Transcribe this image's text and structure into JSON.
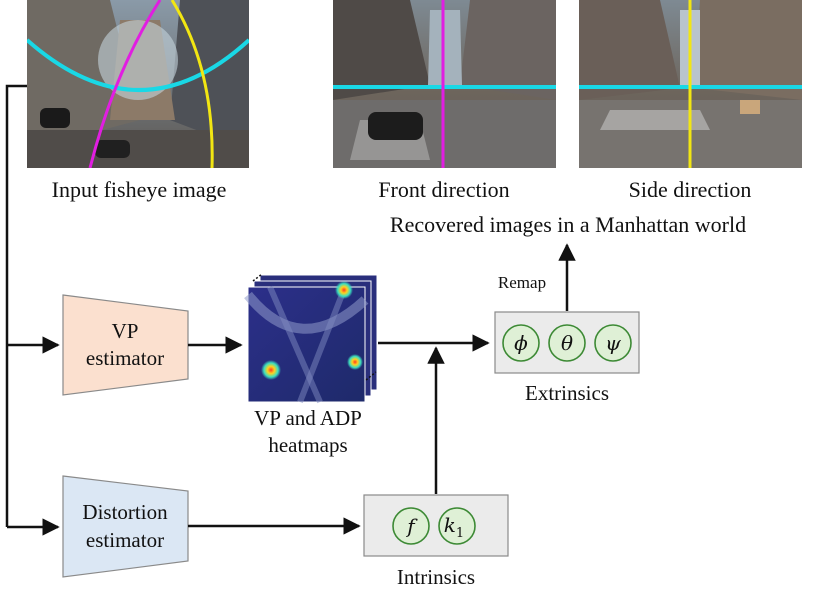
{
  "labels": {
    "input": "Input fisheye image",
    "front": "Front direction",
    "side": "Side direction",
    "recovered": "Recovered images in a Manhattan world",
    "remap": "Remap",
    "vp_estimator_1": "VP",
    "vp_estimator_2": "estimator",
    "distortion_estimator_1": "Distortion",
    "distortion_estimator_2": "estimator",
    "heatmaps_1": "VP and ADP",
    "heatmaps_2": "heatmaps",
    "extrinsics": "Extrinsics",
    "intrinsics": "Intrinsics"
  },
  "extrinsics_params": [
    "ϕ",
    "θ",
    "ψ"
  ],
  "intrinsics_params": [
    "f",
    "k"
  ],
  "intrinsics_subscript": "1",
  "colors": {
    "vp_estimator_fill": "#fbe0cf",
    "distortion_estimator_fill": "#dbe7f4",
    "param_fill": "#dff0d6",
    "param_stroke": "#3d8a35",
    "panel_fill": "#ebebeb",
    "horizon_line": "#19d8e6",
    "front_line": "#e11ee1",
    "side_line": "#f2e612"
  }
}
